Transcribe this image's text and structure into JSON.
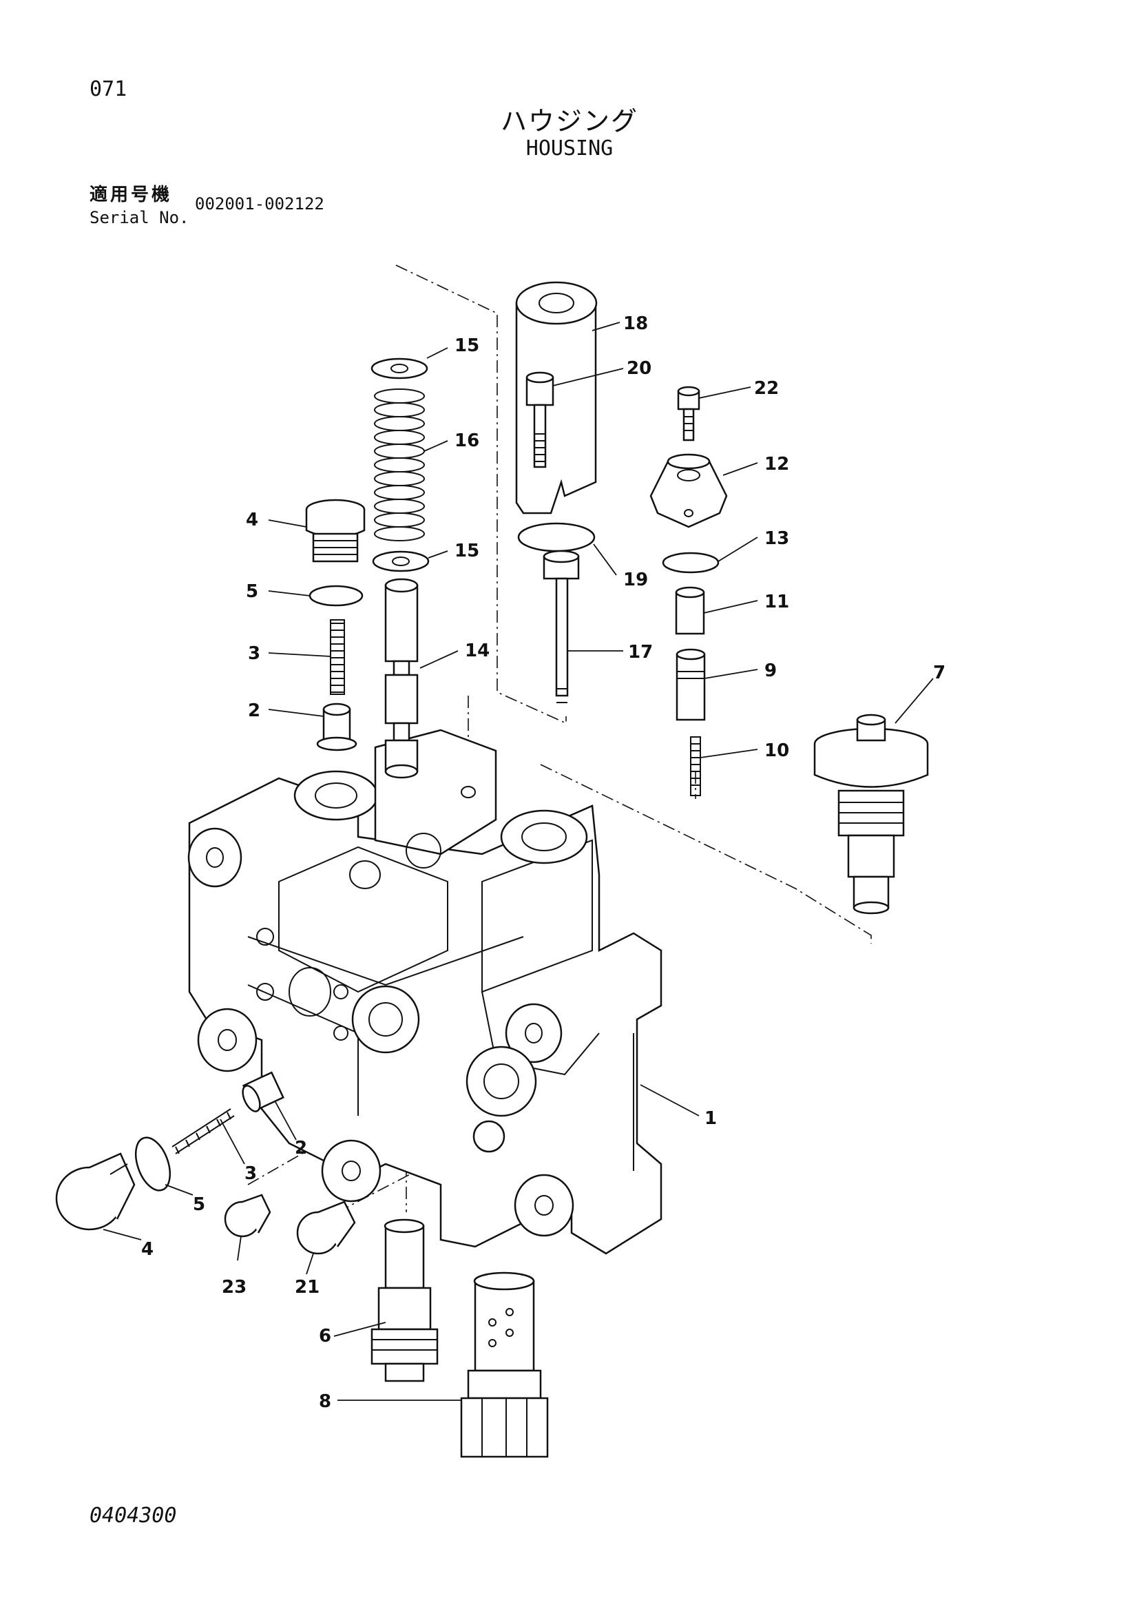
{
  "header": {
    "page_number": "071",
    "title_jp": "ハウジング",
    "title_en": "HOUSING"
  },
  "serial": {
    "label_jp": "適用号機",
    "label_en": "Serial No.",
    "value": "002001-002122"
  },
  "footer": {
    "figure_code": "0404300"
  },
  "callouts": {
    "c1": "1",
    "c2a": "2",
    "c2b": "2",
    "c3a": "3",
    "c3b": "3",
    "c4a": "4",
    "c4b": "4",
    "c5a": "5",
    "c5b": "5",
    "c6": "6",
    "c7": "7",
    "c8": "8",
    "c9": "9",
    "c10": "10",
    "c11": "11",
    "c12": "12",
    "c13": "13",
    "c14": "14",
    "c15a": "15",
    "c15b": "15",
    "c16": "16",
    "c17": "17",
    "c18": "18",
    "c19": "19",
    "c20": "20",
    "c21": "21",
    "c22": "22",
    "c23": "23"
  }
}
